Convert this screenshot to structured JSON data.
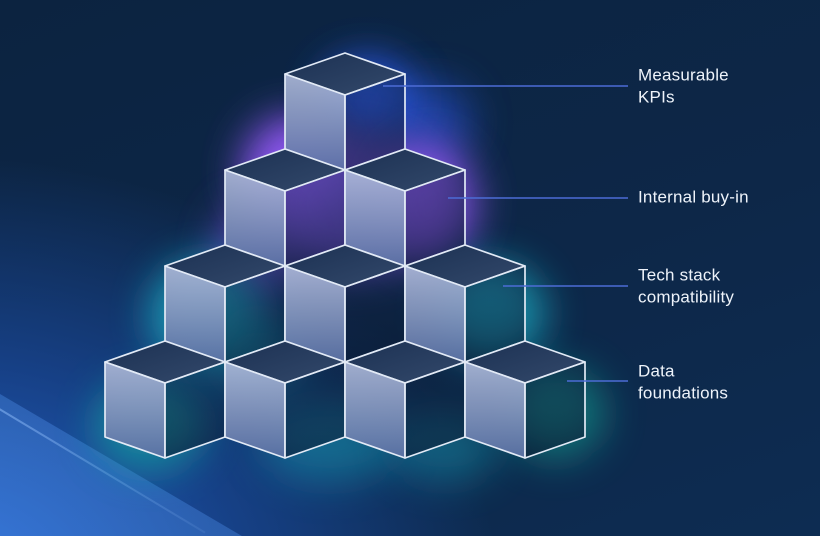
{
  "figure": {
    "title": "",
    "type": "isometric-cube-pyramid",
    "levels": [
      {
        "level": 1,
        "cubes": 1,
        "label": "Measurable KPIs"
      },
      {
        "level": 2,
        "cubes": 2,
        "label": "Internal buy-in"
      },
      {
        "level": 3,
        "cubes": 3,
        "label": "Tech stack compatibility"
      },
      {
        "level": 4,
        "cubes": 4,
        "label": "Data foundations"
      }
    ]
  },
  "colors": {
    "background_dark": "#0c2340",
    "background_bright": "#2769d7",
    "glow_blue": "#2e5bf0",
    "glow_purple": "#8b5cf6",
    "glow_teal": "#1fb3c9",
    "glow_emerald": "#17a796",
    "cube_edge": "#e2eaf6",
    "leader_line": "#4c6cd6",
    "label_text": "#eef3fa"
  }
}
